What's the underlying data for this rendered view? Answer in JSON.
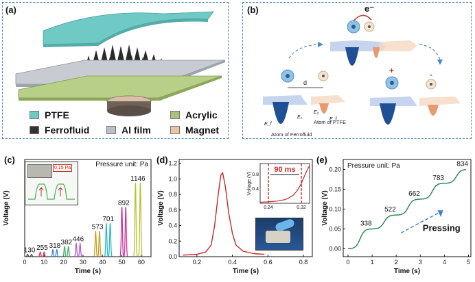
{
  "panels": {
    "a": {
      "letter": "(a)"
    },
    "b": {
      "letter": "(b)"
    },
    "c": {
      "letter": "(c)"
    },
    "d": {
      "letter": "(d)"
    },
    "e": {
      "letter": "(e)"
    }
  },
  "legend_a": [
    {
      "label": "PTFE",
      "color": "#6fcac5"
    },
    {
      "label": "Ferrofluid",
      "color": "#333333"
    },
    {
      "label": "Acrylic",
      "color": "#a8c47a"
    },
    {
      "label": "Al film",
      "color": "#b9bfc6"
    },
    {
      "label": "Magnet",
      "color": "#e8c3a6"
    }
  ],
  "schematic_b": {
    "electron": "e⁻",
    "distance": "d",
    "plus": "+",
    "minus": "-",
    "e1": "E₁",
    "e2": "E₂",
    "ef": "E_f",
    "ef2": "E_f",
    "label_ferrofluid": "Atom of Ferrofluid",
    "label_ptfe": "Atom of PTFE"
  },
  "inset_c": {
    "label": "0.15 Pa"
  },
  "chart_data": [
    {
      "panel": "c",
      "type": "line",
      "annotation": "Pressure unit: Pa",
      "xlabel": "Time (s)",
      "ylabel": "Voltage (V)",
      "xlim": [
        0,
        65
      ],
      "ylim": [
        0,
        1.25
      ],
      "xticks": [
        0,
        10,
        20,
        30,
        40,
        50,
        60
      ],
      "yticks": [],
      "series": [
        {
          "label": "130",
          "peak_v": 0.03,
          "t": [
            1.5,
            3.5
          ],
          "color": "#444444"
        },
        {
          "label": "255",
          "peak_v": 0.06,
          "t": [
            8,
            10
          ],
          "color": "#e0334a"
        },
        {
          "label": "318",
          "peak_v": 0.09,
          "t": [
            14.5,
            16.5
          ],
          "color": "#3a7fd0"
        },
        {
          "label": "382",
          "peak_v": 0.13,
          "t": [
            20.5,
            22.5
          ],
          "color": "#3fae6a"
        },
        {
          "label": "446",
          "peak_v": 0.17,
          "t": [
            26.5,
            28.5
          ],
          "color": "#b05ad0"
        },
        {
          "label": "573",
          "peak_v": 0.33,
          "t": [
            36.5,
            38.5
          ],
          "color": "#c9a020"
        },
        {
          "label": "701",
          "peak_v": 0.43,
          "t": [
            42,
            44
          ],
          "color": "#2ab8c8"
        },
        {
          "label": "892",
          "peak_v": 0.64,
          "t": [
            50,
            52
          ],
          "color": "#d0339a"
        },
        {
          "label": "1146",
          "peak_v": 0.95,
          "t": [
            57,
            59.5
          ],
          "color": "#b8c030"
        }
      ]
    },
    {
      "panel": "d",
      "type": "line",
      "xlabel": "Time (s)",
      "ylabel": "Voltage (V)",
      "xlim": [
        0.1,
        0.85
      ],
      "ylim": [
        0,
        1.25
      ],
      "xticks": [
        0.2,
        0.4,
        0.6,
        0.8
      ],
      "yticks": [
        0.0,
        0.2,
        0.4,
        0.6,
        0.8,
        1.0,
        1.2
      ],
      "color": "#c62828",
      "x": [
        0.12,
        0.2,
        0.25,
        0.28,
        0.3,
        0.32,
        0.335,
        0.345,
        0.36,
        0.38,
        0.4,
        0.42,
        0.46,
        0.52,
        0.58
      ],
      "y": [
        0.02,
        0.03,
        0.06,
        0.15,
        0.4,
        0.8,
        1.05,
        1.08,
        0.9,
        0.55,
        0.3,
        0.15,
        0.07,
        0.04,
        0.03
      ],
      "inset": {
        "annotation": "90 ms",
        "xlabel": "",
        "ylabel": "Voltage (V)",
        "xlim": [
          0.22,
          0.34
        ],
        "ylim": [
          0,
          1.1
        ],
        "xticks": [
          0.24,
          0.32
        ],
        "yticks": [
          0.4,
          0.8
        ],
        "x": [
          0.22,
          0.24,
          0.26,
          0.28,
          0.29,
          0.3,
          0.31,
          0.32,
          0.33,
          0.34
        ],
        "y": [
          0.03,
          0.04,
          0.06,
          0.1,
          0.15,
          0.22,
          0.35,
          0.55,
          0.82,
          1.05
        ]
      }
    },
    {
      "panel": "e",
      "type": "line",
      "annotation": "Pressure unit: Pa",
      "arrow_label": "Pressing",
      "xlabel": "Time (s)",
      "ylabel": "Voltage (V)",
      "xlim": [
        -0.2,
        5.1
      ],
      "ylim": [
        -0.02,
        0.225
      ],
      "xticks": [
        0,
        1,
        2,
        3,
        4,
        5
      ],
      "yticks": [
        0.0,
        0.05,
        0.1,
        0.15,
        0.2
      ],
      "color": "#2e8b57",
      "step_labels": [
        "338",
        "522",
        "662",
        "783",
        "834"
      ],
      "step_levels": [
        0.05,
        0.085,
        0.125,
        0.165,
        0.2
      ],
      "step_times": [
        0.5,
        1.5,
        2.5,
        3.5,
        4.5
      ]
    }
  ]
}
